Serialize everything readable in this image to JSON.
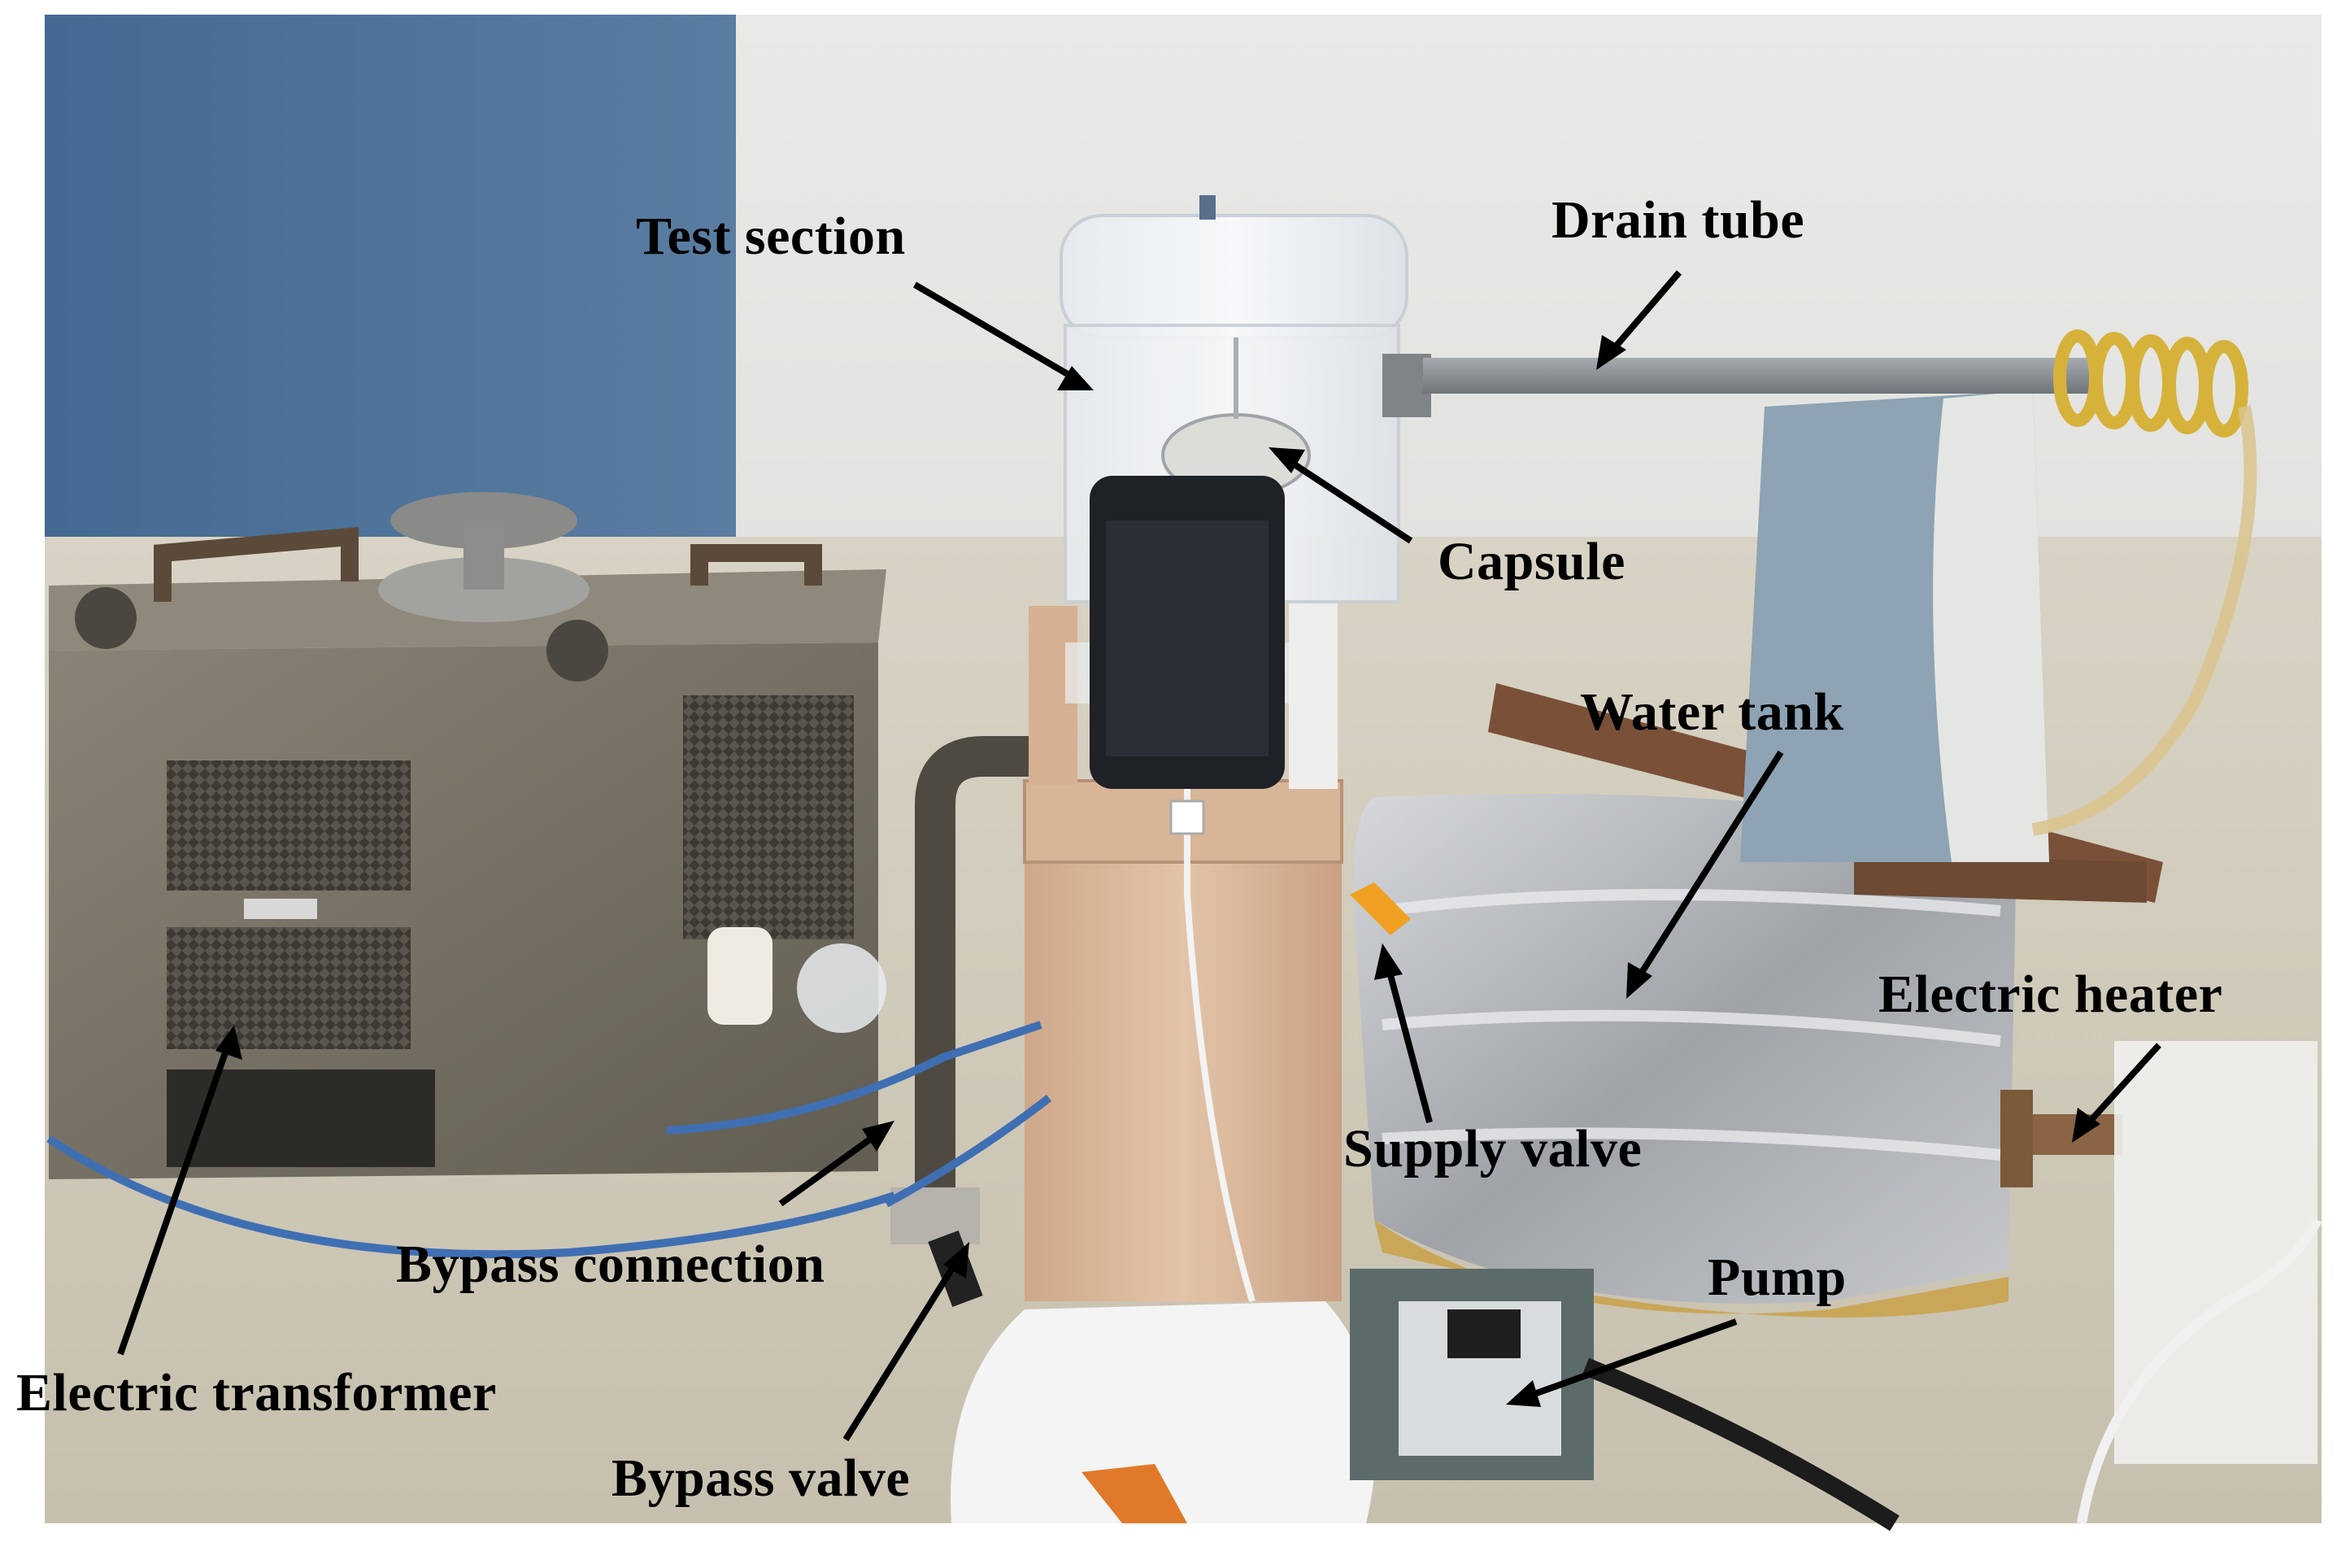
{
  "figure": {
    "labels": {
      "test_section": "Test  section",
      "drain_tube": "Drain tube",
      "capsule": "Capsule",
      "water_tank": "Water tank",
      "electric_heater": "Electric heater",
      "supply_valve": "Supply valve",
      "bypass_connection": "Bypass connection",
      "pump": "Pump",
      "electric_transformer": "Electric transformer",
      "bypass_valve": "Bypass valve"
    },
    "colors": {
      "wall_blue": "#4f7398",
      "wall_white": "#e4e4e2",
      "floor": "#cfc9b8",
      "transformer_body": "#7a7466",
      "wood_stand": "#d9b79a",
      "tank_foil": "#b9bcc0",
      "foam_block": "#8ea3b3",
      "drain_tube": "#8c9196",
      "heater_coil": "#d6b23a",
      "supply_valve_handle": "#f0a020",
      "annotation": "#000000"
    }
  }
}
